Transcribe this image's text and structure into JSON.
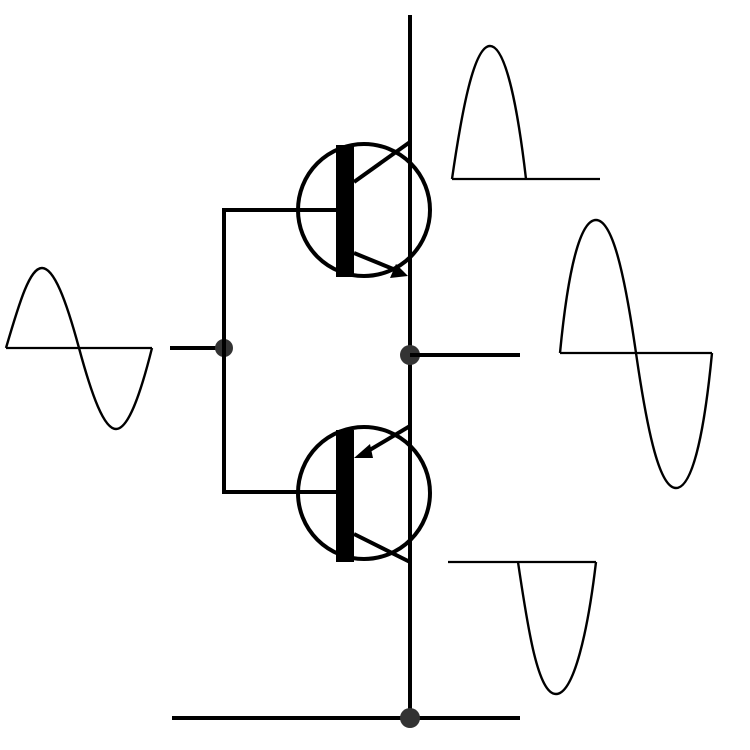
{
  "diagram": {
    "kind": "complementary-push-pull-amplifier",
    "colors": {
      "ink": "#000000",
      "junction": "#333333",
      "background": "#ffffff"
    },
    "components": {
      "upper_transistor": "npn-transistor",
      "lower_transistor": "pnp-transistor"
    },
    "waveforms": {
      "input": "full-sine-wave",
      "upper_output": "positive-half-wave",
      "combined_output": "full-sine-wave",
      "lower_output": "negative-half-wave"
    }
  }
}
